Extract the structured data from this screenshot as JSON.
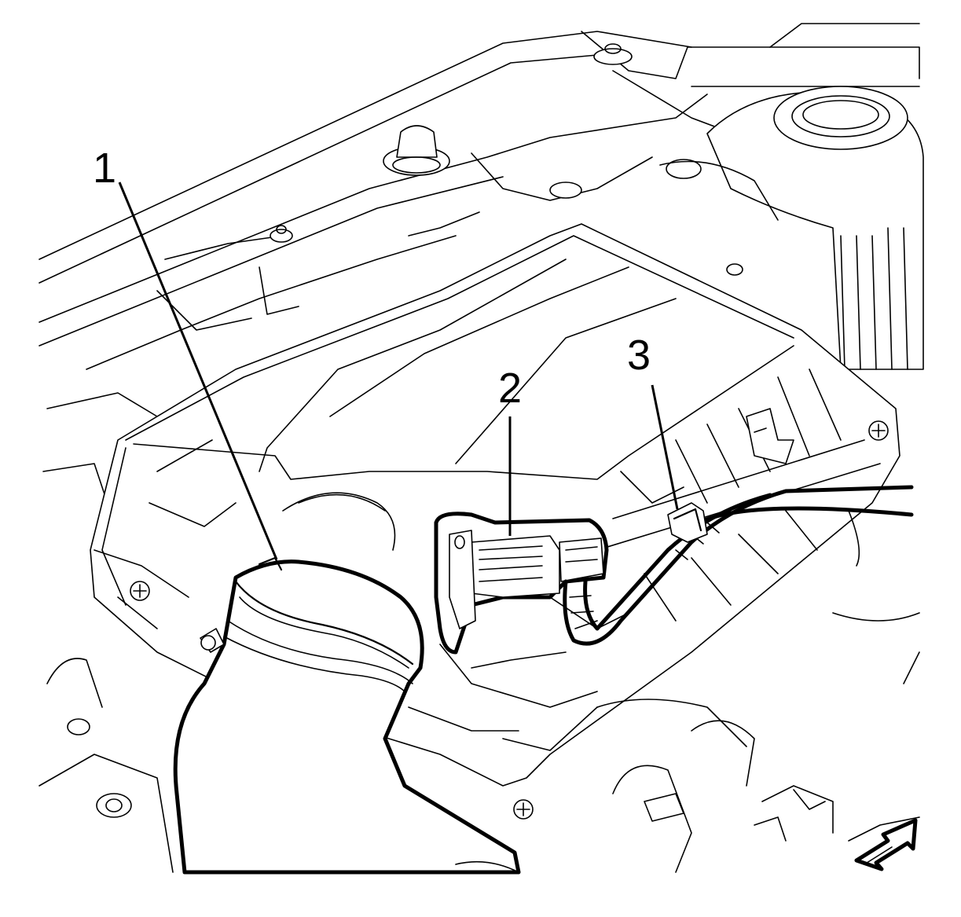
{
  "callouts": [
    {
      "id": "1",
      "label": "1"
    },
    {
      "id": "2",
      "label": "2"
    },
    {
      "id": "3",
      "label": "3"
    }
  ],
  "direction_arrow": {
    "icon": "front-direction-arrow-icon"
  }
}
